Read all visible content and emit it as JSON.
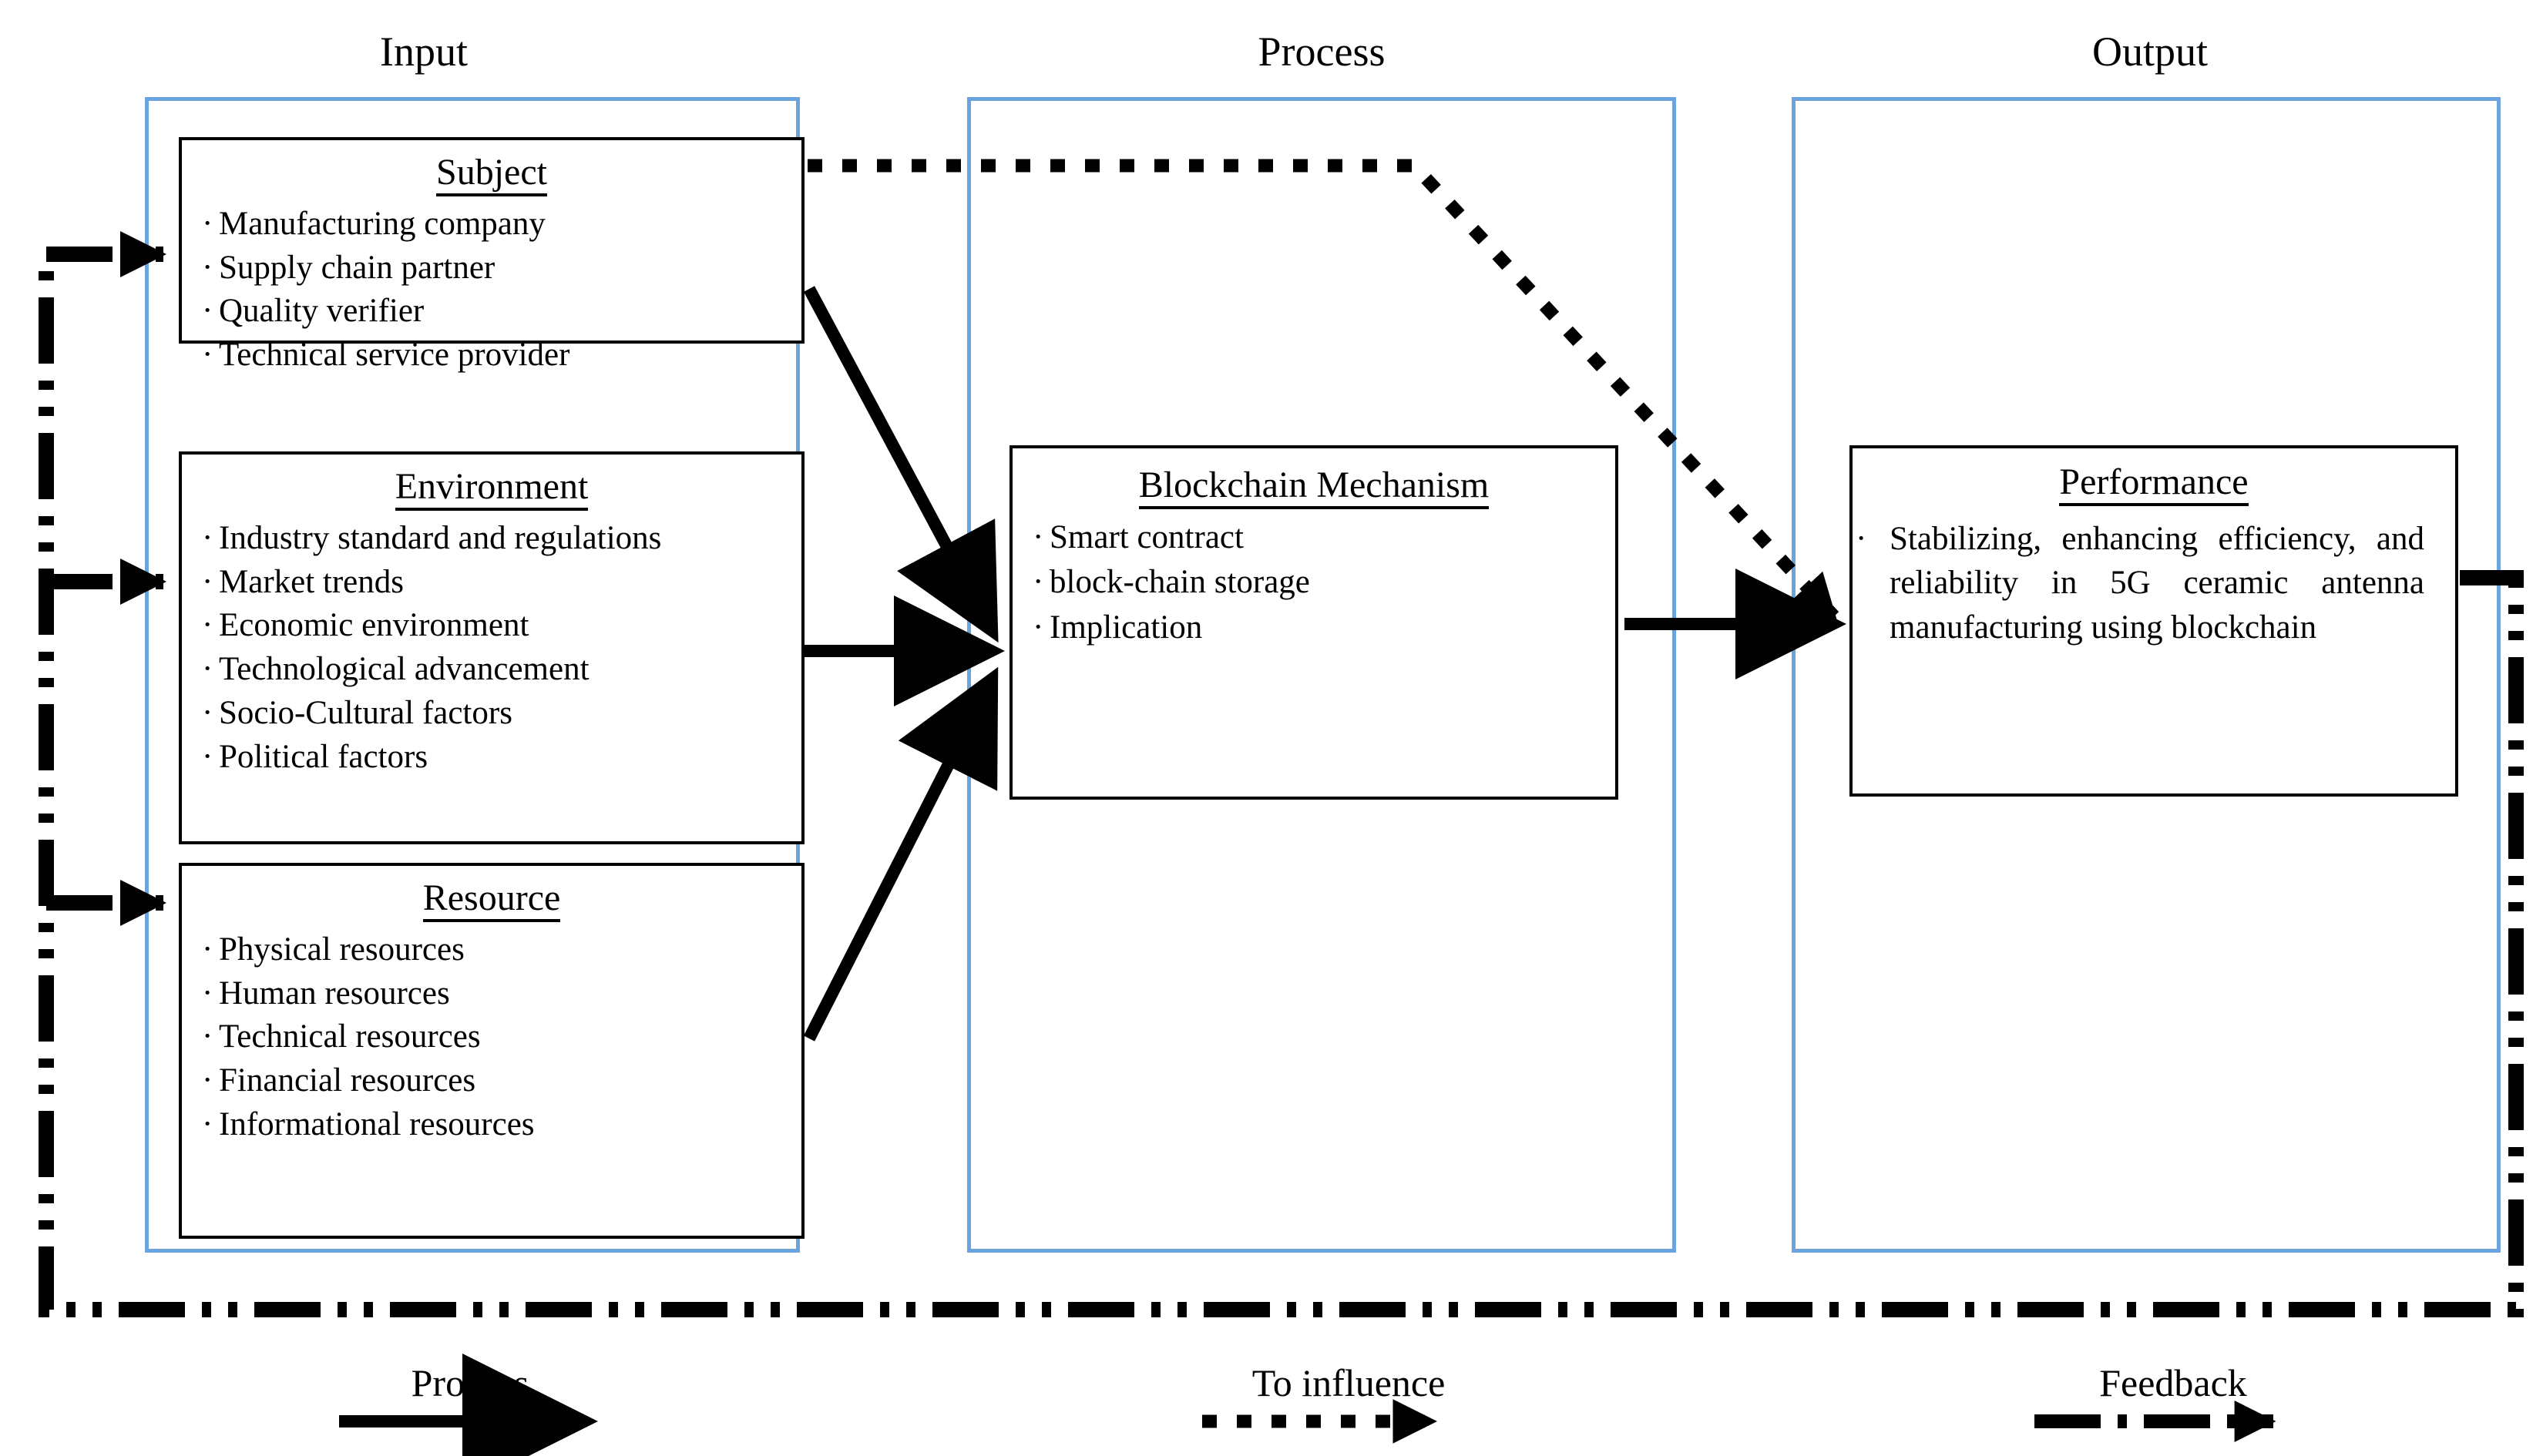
{
  "columns": [
    {
      "id": "input",
      "header": "Input"
    },
    {
      "id": "process",
      "header": "Process"
    },
    {
      "id": "output",
      "header": "Output"
    }
  ],
  "boxes": {
    "subject": {
      "title": "Subject",
      "items": [
        "Manufacturing company",
        "Supply chain partner",
        "Quality verifier",
        "Technical service provider"
      ]
    },
    "environment": {
      "title": "Environment",
      "items": [
        "Industry standard and regulations",
        "Market trends",
        "Economic environment",
        "Technological advancement",
        "Socio-Cultural factors",
        "Political factors"
      ]
    },
    "resource": {
      "title": "Resource",
      "items": [
        "Physical resources",
        "Human resources",
        "Technical resources",
        "Financial resources",
        "Informational resources"
      ]
    },
    "blockchain": {
      "title": "Blockchain Mechanism",
      "items": [
        "Smart contract",
        "block-chain storage",
        "Implication"
      ]
    },
    "performance": {
      "title": "Performance",
      "items": [
        "Stabilizing, enhancing efficiency, and reliability in 5G ceramic antenna manufacturing using blockchain"
      ]
    }
  },
  "legend": [
    {
      "id": "process",
      "label": "Process",
      "line_style": "solid"
    },
    {
      "id": "influence",
      "label": "To influence",
      "line_style": "dotted"
    },
    {
      "id": "feedback",
      "label": "Feedback",
      "line_style": "dash-dot-dot"
    }
  ],
  "colors": {
    "column_border": "#6BA3DC",
    "box_border": "#000000",
    "connector": "#000000",
    "background": "#FFFFFF"
  }
}
